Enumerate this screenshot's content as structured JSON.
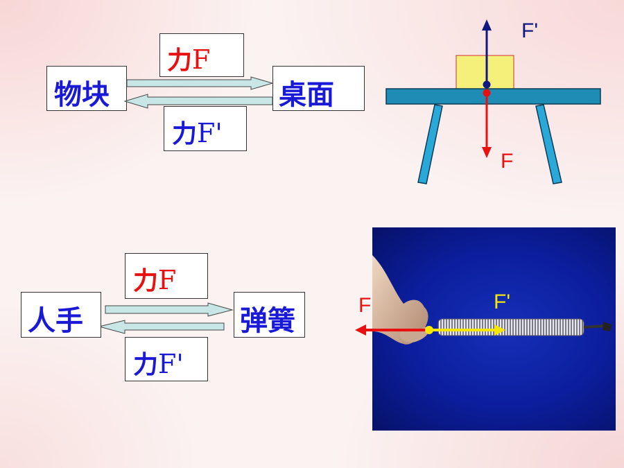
{
  "top": {
    "left_object": "物块",
    "right_object": "桌面",
    "force_forward": "力F",
    "force_forward_char": "力",
    "force_forward_symbol": "F",
    "force_back_char": "力",
    "force_back_symbol": "F'",
    "diagram_up_label": "F'",
    "diagram_down_label": "F"
  },
  "bottom": {
    "left_object": "人手",
    "right_object": "弹簧",
    "force_forward_char": "力",
    "force_forward_symbol": "F",
    "force_back_char": "力",
    "force_back_symbol": "F'",
    "photo_left_label": "F",
    "photo_right_label": "F'"
  },
  "colors": {
    "red": "#e81010",
    "blue": "#1a1ad6",
    "table": "#1e8cb4",
    "block": "#f5f07a",
    "photo_bg": "#0c1e9e",
    "arrow_fill": "#c8e6e6",
    "spring_arrow": "#f5e60a"
  }
}
